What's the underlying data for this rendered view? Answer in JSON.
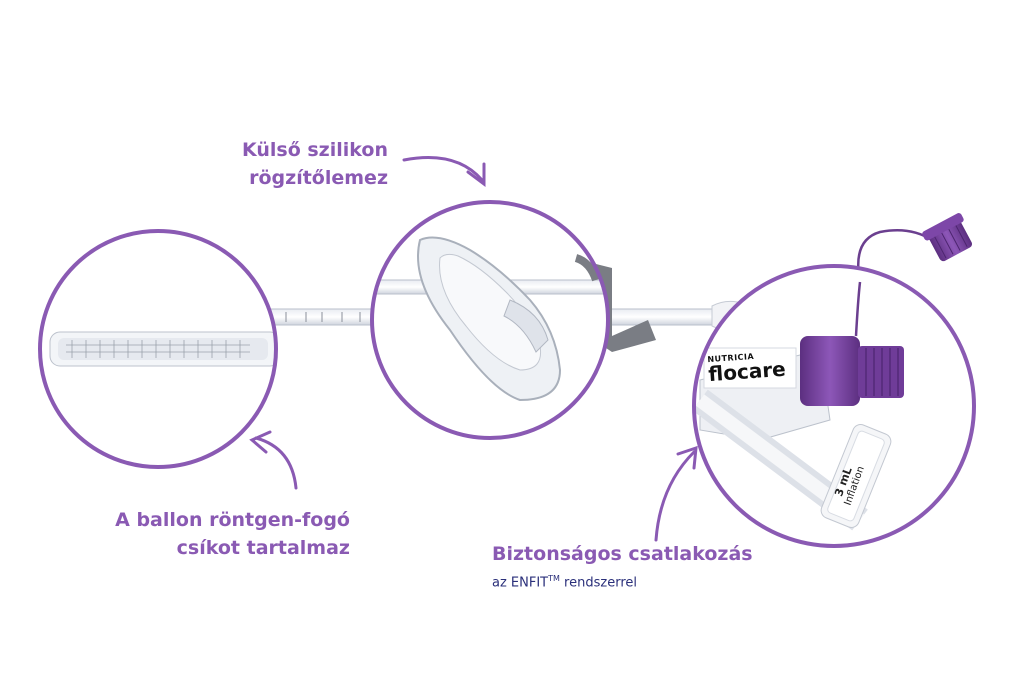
{
  "labels": {
    "external_plate_line1": "Külső szilikon",
    "external_plate_line2": "rögzítőlemez",
    "balloon_line1": "A ballon röntgen-fogó",
    "balloon_line2": "csíkot tartalmaz",
    "connection_title": "Biztonságos csatlakozás",
    "connection_sub_prefix": "az ENFIT",
    "connection_sub_tm": "TM",
    "connection_sub_suffix": " rendszerrel"
  },
  "product": {
    "brand_small": "NUTRICIA",
    "brand_name": "flocare",
    "port_volume": "3 mL",
    "port_label": "Inflation"
  },
  "colors": {
    "accent_purple": "#8a5ab3",
    "dark_purple": "#6b3f8f",
    "navy_text": "#2a2f7a"
  }
}
